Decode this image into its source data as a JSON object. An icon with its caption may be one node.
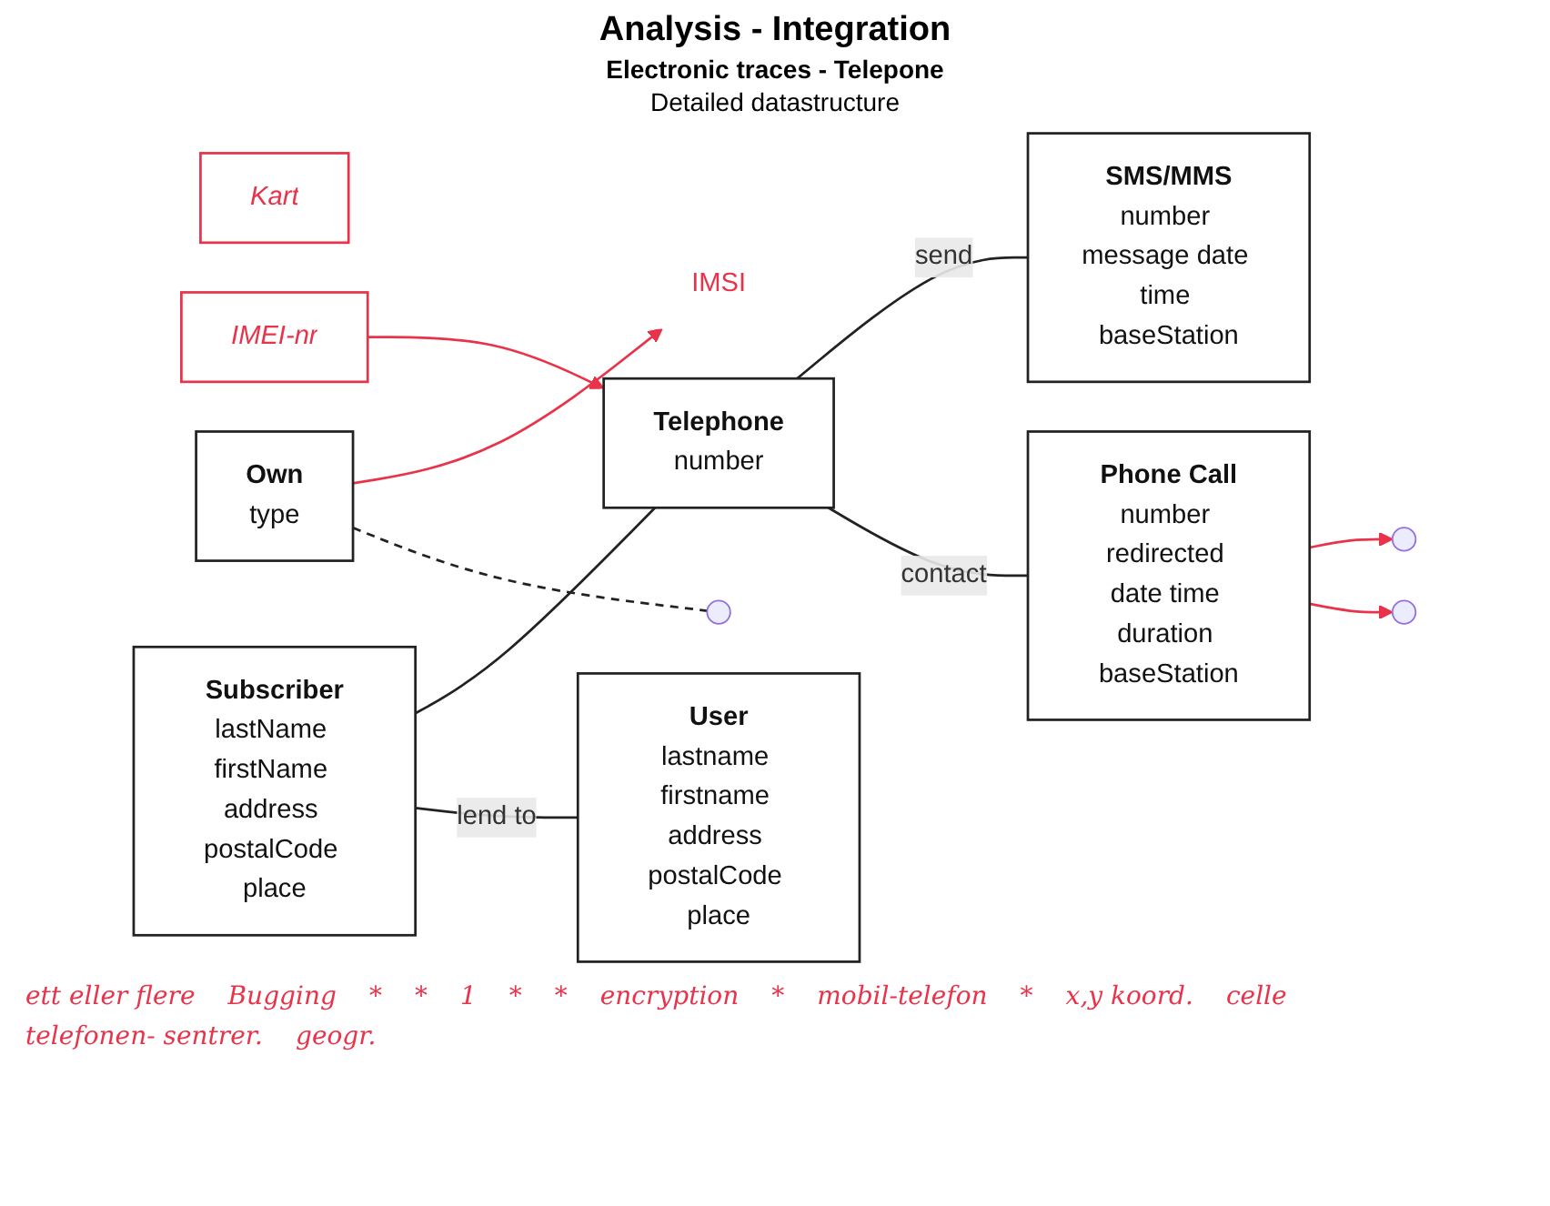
{
  "diagram": {
    "title": "Analysis - Integration",
    "nodes": [
      {
        "text": [
          "Kart"
        ]
      },
      {
        "text": [
          "IMEI-nr"
        ]
      },
      {
        "text": [
          "Own",
          "type"
        ]
      },
      {
        "text": [
          "IMSI"
        ]
      },
      {
        "text": [
          "Subscriber",
          "lastName firstName address postalCode place"
        ]
      },
      {
        "text": [
          "Telephone",
          "number"
        ]
      },
      {
        "text": [
          "SMS/MMS",
          "number message date time baseStation"
        ]
      },
      {
        "text": [
          "Phone Call",
          "number redirected date time duration baseStation"
        ]
      },
      {
        "text": [
          "User",
          "lastname firstname address postalCode place"
        ]
      }
    ],
    "edges": [
      {
        "from": 1,
        "to": 5,
        "arrow": "to",
        "color": "#e8334a"
      },
      {
        "from": 2,
        "to": 3,
        "arrow": "to",
        "color": "#e8334a"
      },
      {
        "from": 4,
        "to": 5,
        "arrow": "none"
      },
      {
        "from": 2,
        "to": null,
        "arrow": "none",
        "style": "dashed"
      },
      {
        "from": 5,
        "to": 6,
        "arrow": "none",
        "label": "send"
      },
      {
        "from": 4,
        "to": 8,
        "arrow": "none",
        "label": "lend to"
      },
      {
        "from": 5,
        "to": 7,
        "arrow": "none",
        "label": "contact"
      },
      {
        "from": 7,
        "to": null,
        "arrow": "to",
        "color": "#e8334a"
      },
      {
        "from": 7,
        "to": null,
        "arrow": "to",
        "color": "#e8334a"
      }
    ],
    "labels": [
      "Electronic traces - Telepone",
      "Detailed datastructure",
      "ett eller flere",
      "Bugging",
      "*",
      "*",
      "1",
      "*",
      "*",
      "encryption",
      "*",
      "mobil-telefon",
      "*",
      "x,y koord.",
      "celle",
      "telefonen- sentrer.",
      "geogr."
    ]
  }
}
